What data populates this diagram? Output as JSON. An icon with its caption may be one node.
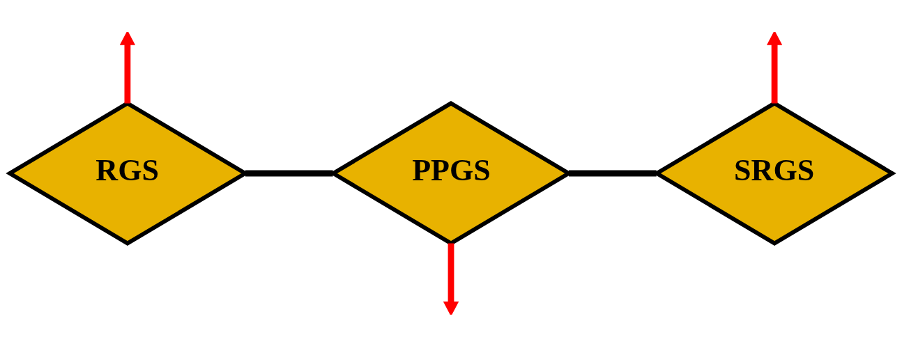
{
  "diagram": {
    "nodes": [
      {
        "text": [
          "RGS"
        ]
      },
      {
        "text": [
          "PPGS"
        ]
      },
      {
        "text": [
          "SRGS"
        ]
      }
    ],
    "edges": [
      {
        "from": 0,
        "to": 1,
        "arrow": "none",
        "color": "#000000"
      },
      {
        "from": 1,
        "to": 2,
        "arrow": "none",
        "color": "#000000"
      },
      {
        "from": 0,
        "to": null,
        "arrow": "to"
      },
      {
        "from": 2,
        "to": null,
        "arrow": "to"
      },
      {
        "from": 1,
        "to": null,
        "arrow": "to"
      }
    ]
  }
}
